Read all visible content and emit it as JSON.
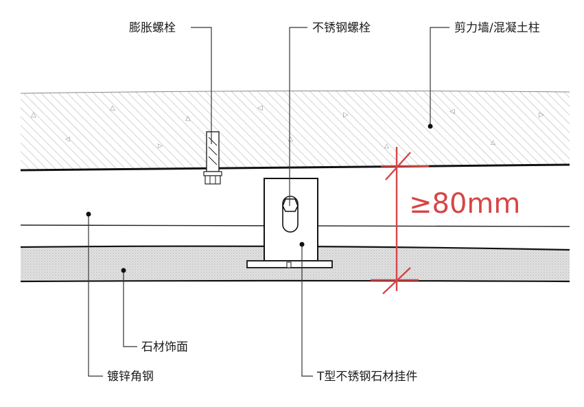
{
  "labels": {
    "expansion_bolt": "膨胀螺栓",
    "stainless_bolt": "不锈钢螺栓",
    "shear_wall": "剪力墙/混凝土柱",
    "stone_facing": "石材饰面",
    "galvanized_angle": "镀锌角钢",
    "t_hanger": "T型不锈钢石材挂件"
  },
  "dimension": {
    "text": "≥80mm",
    "color": "#d64545"
  },
  "colors": {
    "line": "#111111",
    "hatch": "#9a9a9a",
    "dimension": "#d64545"
  }
}
